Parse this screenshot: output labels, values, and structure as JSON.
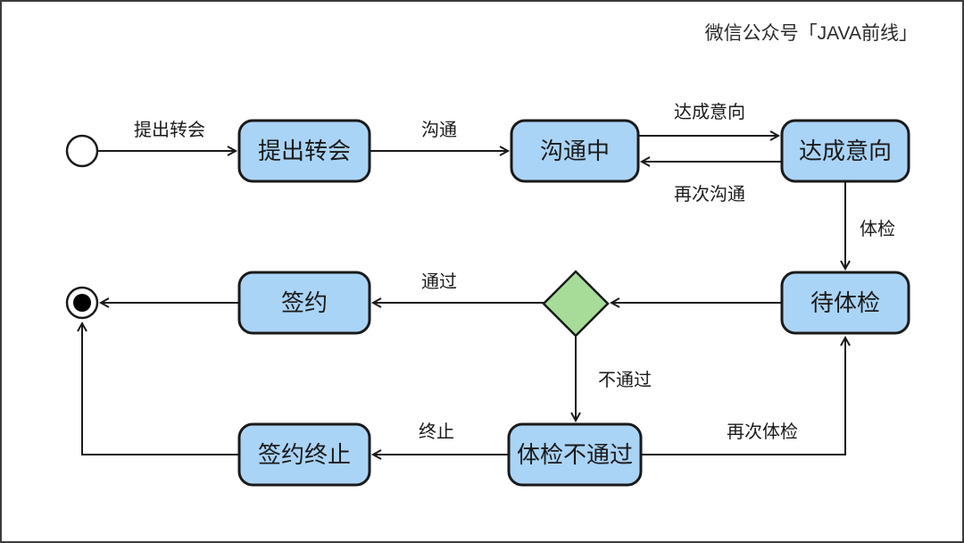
{
  "watermark": "微信公众号「JAVA前线」",
  "colors": {
    "background": "#ffffff",
    "frame_border": "#3c3c3c",
    "node_fill": "#aad4f6",
    "node_border": "#1a1a1a",
    "decision_fill": "#a6dc98",
    "line": "#1a1a1a"
  },
  "diagram": {
    "type": "state-diagram",
    "nodes": [
      {
        "id": "start",
        "kind": "initial",
        "label": ""
      },
      {
        "id": "propose",
        "kind": "state",
        "label": "提出转会"
      },
      {
        "id": "communicating",
        "kind": "state",
        "label": "沟通中"
      },
      {
        "id": "agreed",
        "kind": "state",
        "label": "达成意向"
      },
      {
        "id": "pending-exam",
        "kind": "state",
        "label": "待体检"
      },
      {
        "id": "exam-decision",
        "kind": "decision",
        "label": ""
      },
      {
        "id": "signed",
        "kind": "state",
        "label": "签约"
      },
      {
        "id": "exam-failed",
        "kind": "state",
        "label": "体检不通过"
      },
      {
        "id": "sign-terminated",
        "kind": "state",
        "label": "签约终止"
      },
      {
        "id": "end",
        "kind": "final",
        "label": ""
      }
    ],
    "edges": [
      {
        "from": "start",
        "to": "propose",
        "label": "提出转会"
      },
      {
        "from": "propose",
        "to": "communicating",
        "label": "沟通"
      },
      {
        "from": "communicating",
        "to": "agreed",
        "label": "达成意向"
      },
      {
        "from": "agreed",
        "to": "communicating",
        "label": "再次沟通"
      },
      {
        "from": "agreed",
        "to": "pending-exam",
        "label": "体检"
      },
      {
        "from": "pending-exam",
        "to": "exam-decision",
        "label": ""
      },
      {
        "from": "exam-decision",
        "to": "signed",
        "label": "通过"
      },
      {
        "from": "signed",
        "to": "end",
        "label": ""
      },
      {
        "from": "exam-decision",
        "to": "exam-failed",
        "label": "不通过"
      },
      {
        "from": "exam-failed",
        "to": "sign-terminated",
        "label": "终止"
      },
      {
        "from": "exam-failed",
        "to": "pending-exam",
        "label": "再次体检"
      },
      {
        "from": "sign-terminated",
        "to": "end",
        "label": ""
      }
    ]
  }
}
